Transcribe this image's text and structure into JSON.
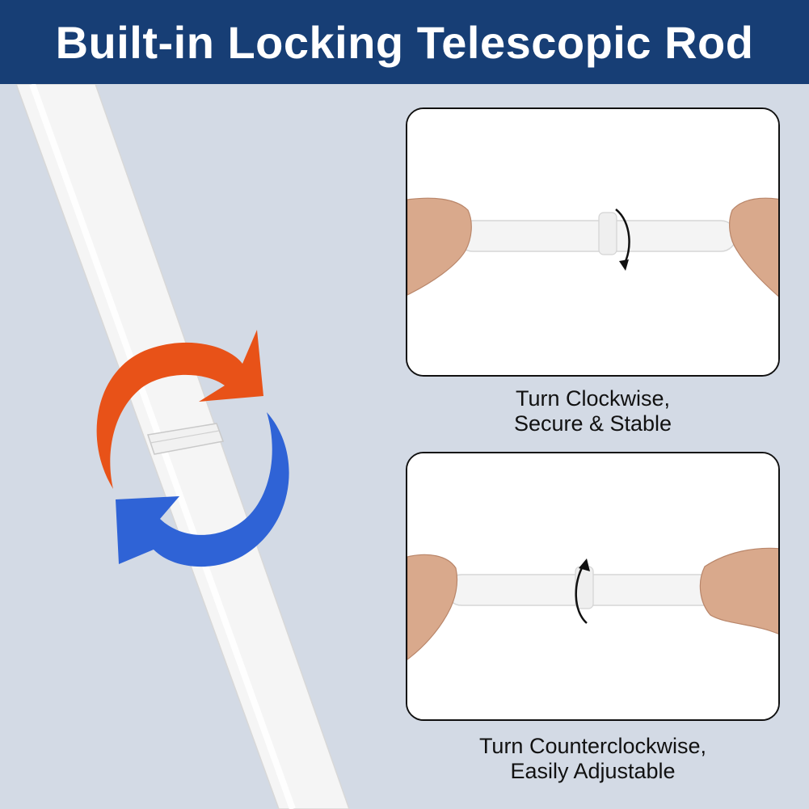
{
  "header": {
    "title": "Built-in Locking Telescopic Rod"
  },
  "illustration": {
    "clockwise_arrow_color": "#e85218",
    "counterclockwise_arrow_color": "#2f63d6",
    "rod_color": "#f6f6f6"
  },
  "panels": [
    {
      "caption_line1": "Turn Clockwise,",
      "caption_line2": "Secure & Stable",
      "rotation_icon": "clockwise-arrow-icon"
    },
    {
      "caption_line1": "Turn Counterclockwise,",
      "caption_line2": "Easily Adjustable",
      "rotation_icon": "counterclockwise-arrow-icon"
    }
  ]
}
